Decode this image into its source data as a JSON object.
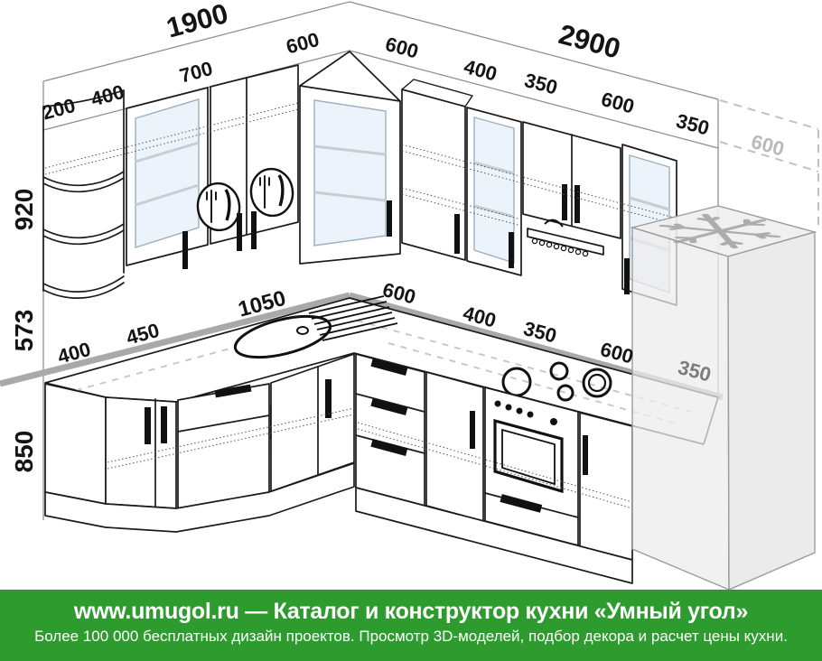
{
  "footer": {
    "line1": "www.umugol.ru — Каталог и конструктор кухни «Умный угол»",
    "line2": "Более 100 000 бесплатных дизайн проектов. Просмотр 3D-моделей, подбор декора и расчет цены кухни."
  },
  "dims": {
    "left_wall_total": "1900",
    "right_wall_total": "2900",
    "left_upper": [
      "200",
      "400",
      "700",
      "600"
    ],
    "right_upper": [
      "600",
      "400",
      "350",
      "600",
      "350"
    ],
    "fridge_depth": "600",
    "fridge_width": "350",
    "heights": {
      "upper": "920",
      "apron": "573",
      "base": "850"
    },
    "counter_left": [
      "400",
      "450",
      "1050"
    ],
    "counter_corner": "600",
    "counter_right": [
      "400",
      "350",
      "600"
    ]
  },
  "colors": {
    "footer_green": "#2e9b2e",
    "drawing_line": "#1b1b1b",
    "glass_fill": "#ecf3fa",
    "counter_strip": "#a9a9a9",
    "muted_dim": "#b9b9b9",
    "fridge_dim": "#7c7c7c"
  }
}
